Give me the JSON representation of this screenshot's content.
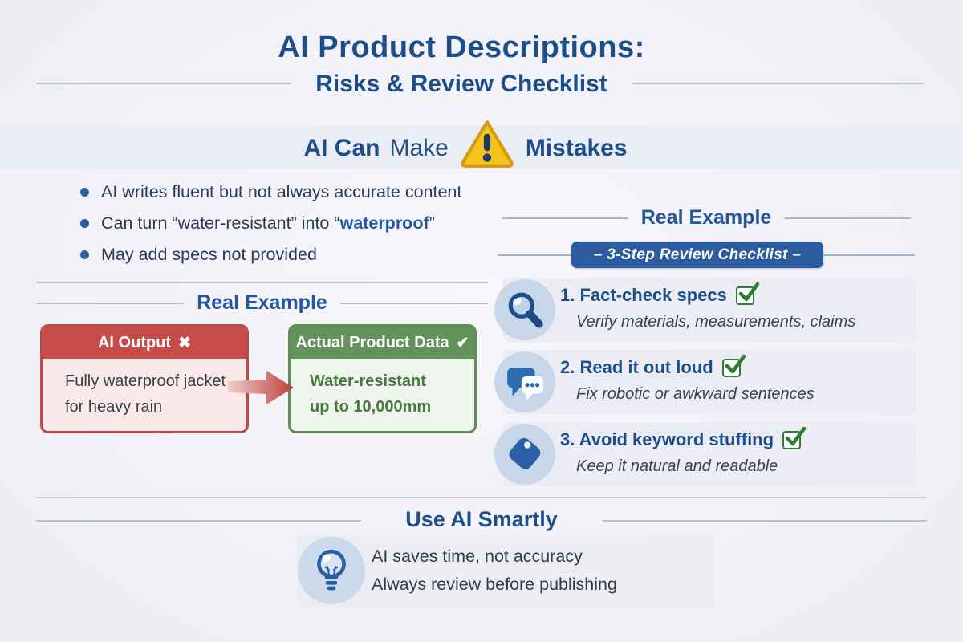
{
  "colors": {
    "background": "#f1f1f7",
    "heading_blue": "#1d4e8c",
    "accent_blue": "#2e5fa3",
    "banner_blue": "#2d5c9e",
    "red": "#c74b48",
    "red_light": "#f9e9e8",
    "green": "#61935a",
    "green_light": "#eef5ec",
    "green_text": "#47793f",
    "check_green": "#2e7d32",
    "warning_yellow": "#f6c31c",
    "icon_circle_blue": "#c8d6ea",
    "body_text": "#2b3a55"
  },
  "title": {
    "line1": "AI Product Descriptions:",
    "line2": "Risks & Review Checklist"
  },
  "mistakes": {
    "heading_part1": "AI Can",
    "heading_part2": "Make",
    "heading_part3": "Mistakes",
    "warning_icon": "warning-triangle-icon",
    "bullets": [
      {
        "text": "AI writes fluent but not always accurate content",
        "bold": "",
        "suffix": ""
      },
      {
        "text": "Can turn “water-resistant” into “",
        "bold": "waterproof",
        "suffix": "”"
      },
      {
        "text": "May add specs not provided",
        "bold": "",
        "suffix": ""
      }
    ]
  },
  "example": {
    "heading": "Real Example",
    "ai_card": {
      "title": "AI Output",
      "x_mark": "✖",
      "line1": "Fully waterproof jacket",
      "line2": "for heavy rain"
    },
    "arrow_icon": "red-arrow-right-icon",
    "product_card": {
      "title": "Actual Product Data",
      "check_mark": "✔",
      "line1": "Water-resistant",
      "line2": "up to 10,000mm"
    }
  },
  "checklist": {
    "heading": "Real Example",
    "banner": "–  3-Step Review Checklist  –",
    "items": [
      {
        "title": "1. Fact-check specs",
        "subtitle": "Verify materials, measurements, claims",
        "icon": "magnifier-icon"
      },
      {
        "title": "2. Read it out loud",
        "subtitle": "Fix robotic or awkward sentences",
        "icon": "speech-bubbles-icon"
      },
      {
        "title": "3. Avoid keyword stuffing",
        "subtitle": "Keep it natural and readable",
        "icon": "tag-icon"
      }
    ],
    "checkbox_icon": "green-checkbox-icon"
  },
  "footer": {
    "heading": "Use AI Smartly",
    "line1": "AI saves time, not accuracy",
    "line2": "Always review before publishing",
    "icon": "lightbulb-icon"
  }
}
